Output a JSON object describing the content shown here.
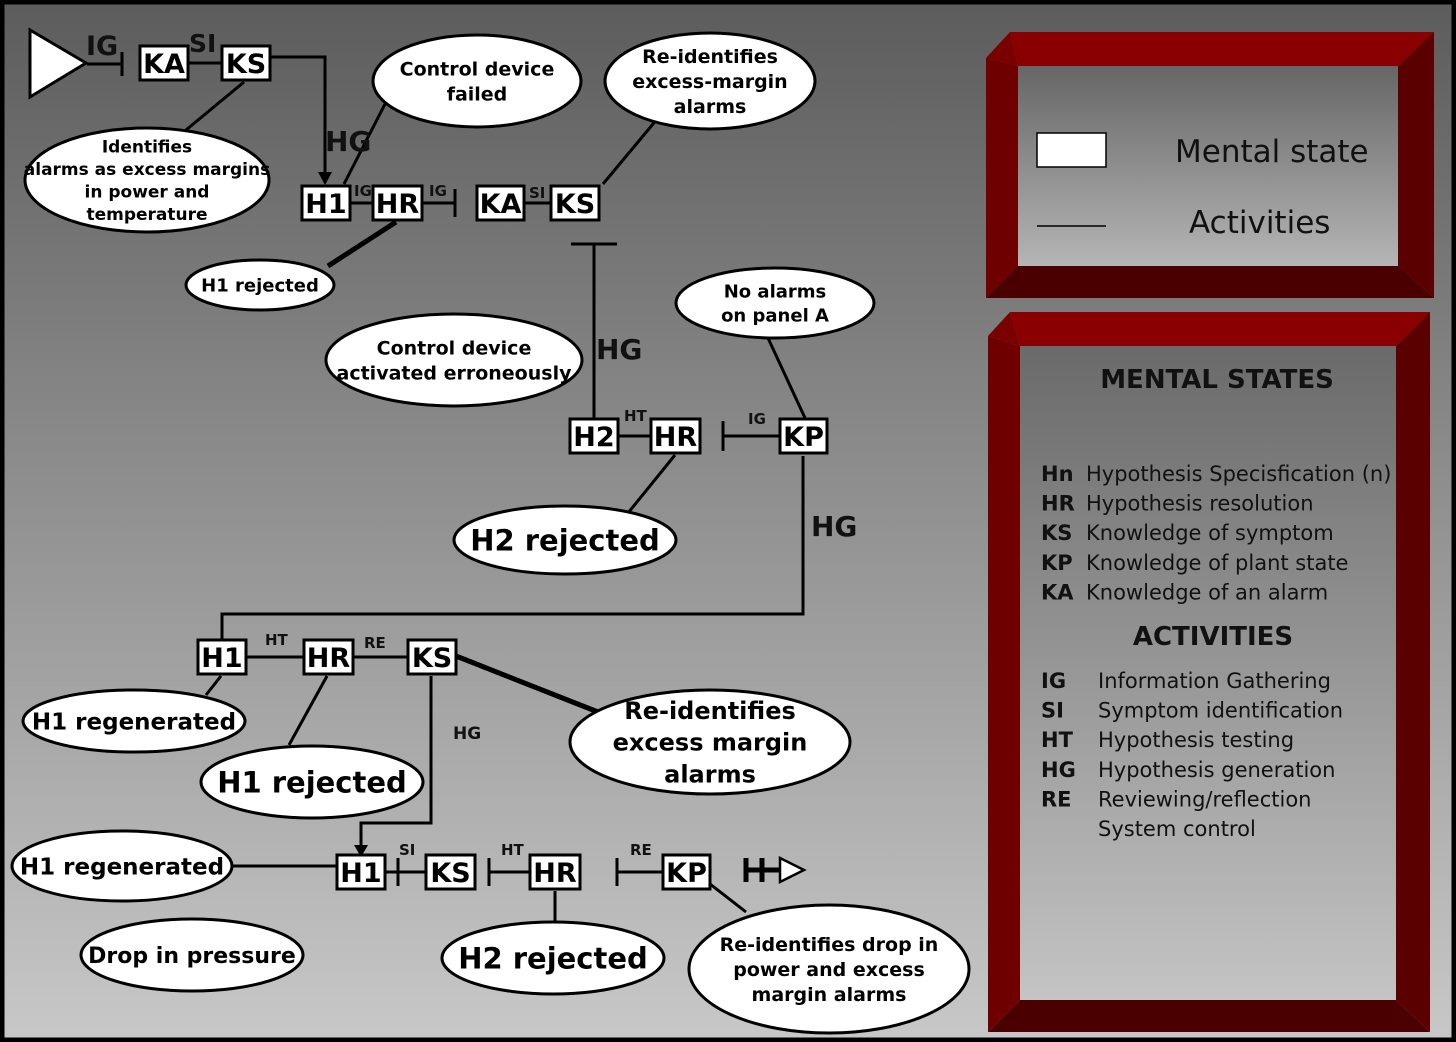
{
  "states": {
    "ka1": "KA",
    "ks1": "KS",
    "h1a": "H1",
    "hra": "HR",
    "ka2": "KA",
    "ks2": "KS",
    "h2": "H2",
    "hrb": "HR",
    "kp1": "KP",
    "h1c": "H1",
    "hrc": "HR",
    "ksc": "KS",
    "h1d": "H1",
    "ksd": "KS",
    "hrd": "HR",
    "kpd": "KP"
  },
  "activity_labels": {
    "ig_start": "IG",
    "si_top": "SI",
    "hg_1": "HG",
    "ig_h1": "IG",
    "ig_hr": "IG",
    "si_ka": "SI",
    "hg_2": "HG",
    "ht_h2": "HT",
    "ig_kp": "IG",
    "hg_3": "HG",
    "ht_c": "HT",
    "re_c": "RE",
    "hg_c": "HG",
    "si_d": "SI",
    "ht_d": "HT",
    "re_d": "RE"
  },
  "bubbles": {
    "identifies": [
      "Identifies",
      "alarms as excess margins",
      "in power and",
      "temperature"
    ],
    "control_failed": [
      "Control device",
      "failed"
    ],
    "reidentifies_top": [
      "Re-identifies",
      "excess-margin",
      "alarms"
    ],
    "h1_rejected_small": [
      "H1 rejected"
    ],
    "no_alarms": [
      "No alarms",
      "on panel A"
    ],
    "control_activated": [
      "Control device",
      "activated erroneously"
    ],
    "h2_rejected_mid": [
      "H2 rejected"
    ],
    "h1_regenerated_1": [
      "H1 regenerated"
    ],
    "h1_rejected_big": [
      "H1 rejected"
    ],
    "reidentifies_mid": [
      "Re-identifies",
      "excess margin",
      "alarms"
    ],
    "h1_regenerated_2": [
      "H1 regenerated"
    ],
    "drop_pressure": [
      "Drop in pressure"
    ],
    "h2_rejected_bottom": [
      "H2 rejected"
    ],
    "reidentifies_drop": [
      "Re-identifies drop in",
      "power and excess",
      "margin alarms"
    ]
  },
  "legend": {
    "mental_state": "Mental state",
    "activities": "Activities"
  },
  "glossary": {
    "states_title": "MENTAL STATES",
    "states": [
      {
        "code": "Hn",
        "desc": "Hypothesis Specisfication (n)"
      },
      {
        "code": "HR",
        "desc": "Hypothesis resolution"
      },
      {
        "code": "KS",
        "desc": "Knowledge of symptom"
      },
      {
        "code": "KP",
        "desc": "Knowledge of plant state"
      },
      {
        "code": "KA",
        "desc": "Knowledge of an alarm"
      }
    ],
    "activities_title": "ACTIVITIES",
    "activities": [
      {
        "code": "IG",
        "desc": "Information Gathering"
      },
      {
        "code": "SI",
        "desc": "Symptom identification"
      },
      {
        "code": "HT",
        "desc": "Hypothesis testing"
      },
      {
        "code": "HG",
        "desc": "Hypothesis generation"
      },
      {
        "code": "RE",
        "desc": "Reviewing/reflection"
      },
      {
        "code": "",
        "desc": "System control"
      }
    ]
  },
  "colors": {
    "frame": "#6e0000",
    "frame_dark": "#4a0000",
    "bg_top": "#5c5c5c",
    "bg_bottom": "#c8c8c8"
  }
}
